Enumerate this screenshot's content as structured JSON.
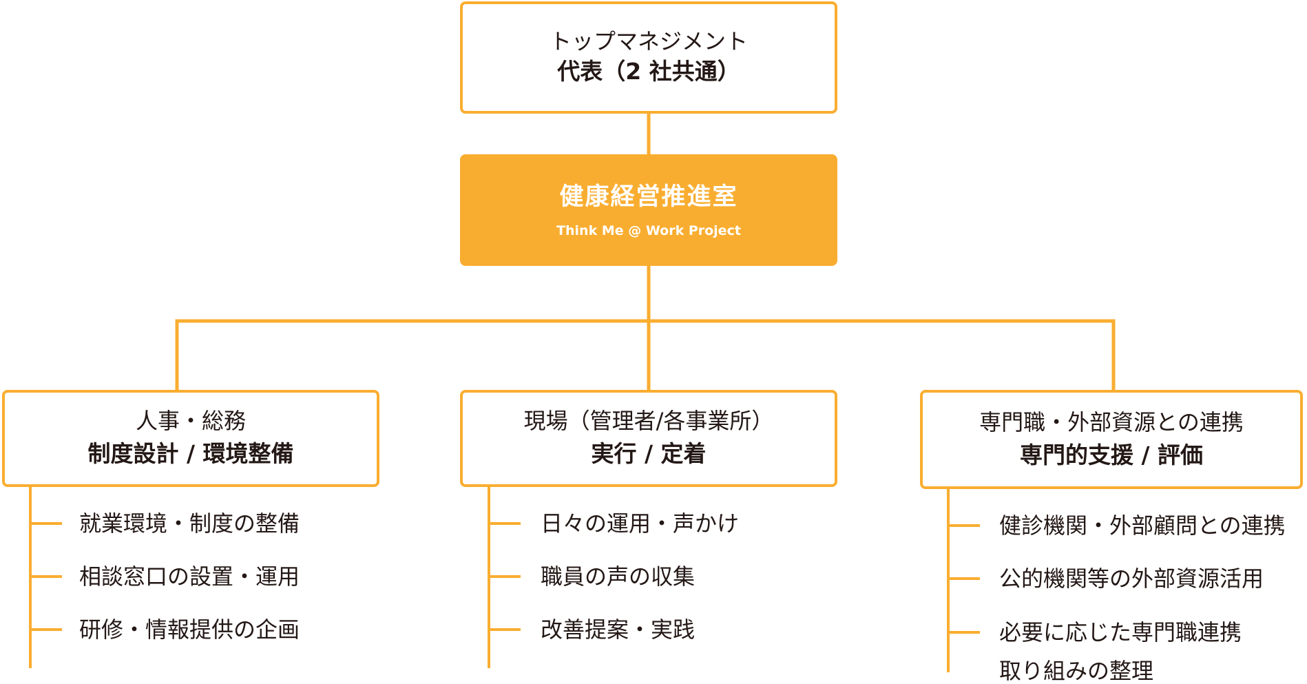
{
  "colors": {
    "accent": "#F9AD30",
    "text": "#231815",
    "center_text": "#FFFFFF"
  },
  "top": {
    "line1": "トップマネジメント",
    "line2": "代表（2 社共通）"
  },
  "center": {
    "name": "健康経営推進室",
    "subtitle": "Think Me @ Work Project"
  },
  "departments": [
    {
      "line1": "人事・総務",
      "line2": "制度設計 / 環境整備",
      "items": [
        [
          "就業環境・制度の整備"
        ],
        [
          "相談窓口の設置・運用"
        ],
        [
          "研修・情報提供の企画"
        ]
      ]
    },
    {
      "line1": "現場（管理者/各事業所）",
      "line2": "実行 / 定着",
      "items": [
        [
          "日々の運用・声かけ"
        ],
        [
          "職員の声の収集"
        ],
        [
          "改善提案・実践"
        ]
      ]
    },
    {
      "line1": "専門職・外部資源との連携",
      "line2": "専門的支援 / 評価",
      "items": [
        [
          "健診機関・外部顧問との連携"
        ],
        [
          "公的機関等の外部資源活用"
        ],
        [
          "必要に応じた専門職連携",
          "取り組みの整理"
        ]
      ]
    }
  ]
}
